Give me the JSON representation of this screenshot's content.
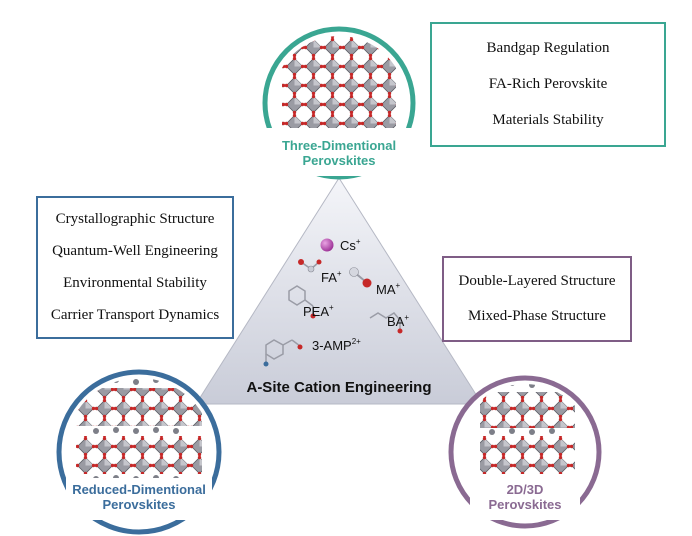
{
  "top_box": {
    "items": [
      "Bandgap Regulation",
      "FA-Rich Perovskite",
      "Materials Stability"
    ],
    "border_color": "#3aa692"
  },
  "left_box": {
    "items": [
      "Crystallographic Structure",
      "Quantum-Well Engineering",
      "Environmental Stability",
      "Carrier Transport Dynamics"
    ],
    "border_color": "#3b6d9c"
  },
  "right_box": {
    "items": [
      "Double-Layered Structure",
      "Mixed-Phase Structure"
    ],
    "border_color": "#7f5d86"
  },
  "circles": {
    "three_d": {
      "line1": "Three-Dimentional",
      "line2": "Perovskites",
      "color": "#3aa692"
    },
    "reduced": {
      "line1": "Reduced-Dimentional",
      "line2": "Perovskites",
      "color": "#3b6d9c"
    },
    "two_three_d": {
      "line1": "2D/3D",
      "line2": "Perovskites",
      "color": "#8a6a92"
    }
  },
  "triangle": {
    "title": "A-Site Cation Engineering",
    "cations": [
      {
        "base": "Cs",
        "charge": "+"
      },
      {
        "base": "FA",
        "charge": "+"
      },
      {
        "base": "MA",
        "charge": "+"
      },
      {
        "base": "PEA",
        "charge": "+"
      },
      {
        "base": "BA",
        "charge": "+"
      },
      {
        "base": "3-AMP",
        "charge": "2+"
      }
    ]
  }
}
